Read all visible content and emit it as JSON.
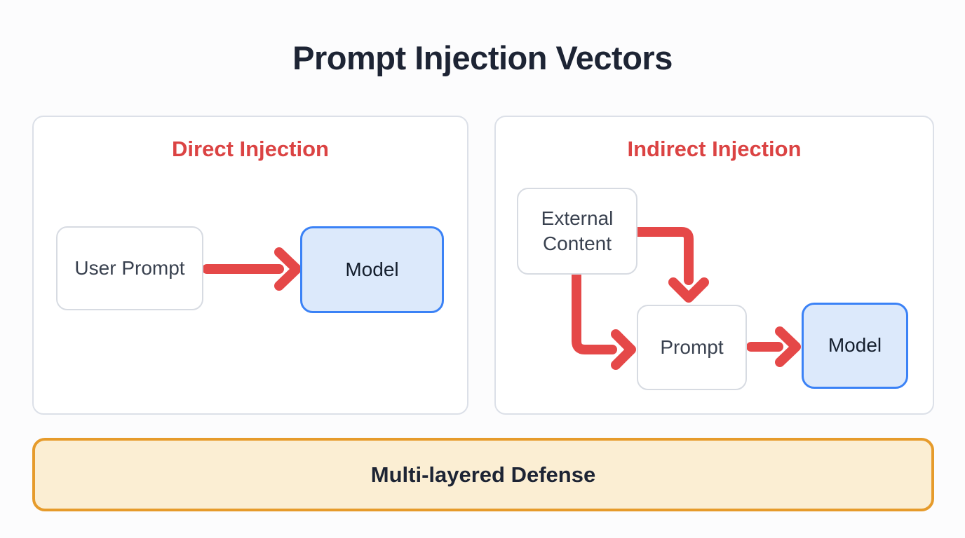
{
  "title": "Prompt Injection Vectors",
  "panels": {
    "direct": {
      "heading": "Direct Injection",
      "nodes": {
        "user_prompt": "User Prompt",
        "model": "Model"
      }
    },
    "indirect": {
      "heading": "Indirect Injection",
      "nodes": {
        "external_content": "External Content",
        "prompt": "Prompt",
        "model": "Model"
      }
    }
  },
  "banner": {
    "label": "Multi-layered Defense"
  },
  "icons": {
    "direct_user_to_model": "arrow-right-icon",
    "indirect_external_to_prompt_top": "arrow-elbow-right-down-icon",
    "indirect_external_to_prompt_left": "arrow-elbow-down-right-icon",
    "indirect_prompt_to_model": "arrow-right-icon"
  },
  "colors": {
    "heading_red": "#db4343",
    "arrow_red": "#e54848",
    "model_border_blue": "#3b82f6",
    "model_fill_blue": "#dce9fb",
    "banner_border_orange": "#e69b2b",
    "banner_fill_cream": "#fbeed3",
    "title_navy": "#1d2434",
    "node_text": "#39414f",
    "model_text": "#141e2d",
    "panel_border": "#dce0e8",
    "node_border": "#d7dbe2",
    "page_bg": "#fcfcfd",
    "panel_bg": "#ffffff"
  }
}
